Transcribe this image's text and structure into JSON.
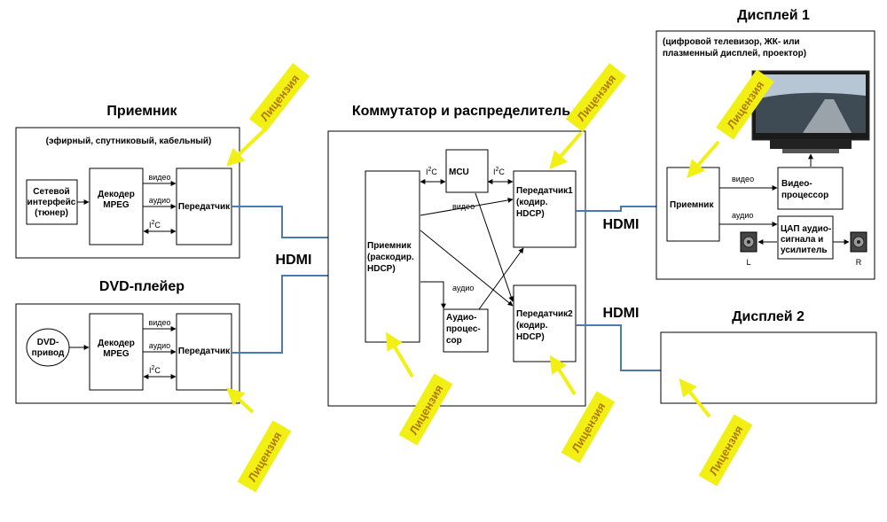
{
  "titles": {
    "receiver": "Приемник",
    "receiver_sub": "(эфирный, спутниковый, кабельный)",
    "dvd": "DVD-плейер",
    "switch": "Коммутатор и распределитель",
    "display1": "Дисплей 1",
    "display1_sub1": "(цифровой телевизор, ЖК- или",
    "display1_sub2": "плазменный дисплей, проектор)",
    "display2": "Дисплей 2"
  },
  "blocks": {
    "net_iface": [
      "Сетевой",
      "интерфейс",
      "(тюнер)"
    ],
    "decoder1": [
      "Декодер",
      "MPEG"
    ],
    "tx1": "Передатчик",
    "dvd_drive": [
      "DVD-",
      "привод"
    ],
    "decoder2": [
      "Декодер",
      "MPEG"
    ],
    "tx2": "Передатчик",
    "sw_rx": [
      "Приемник",
      "(раскодир.",
      "HDCP)"
    ],
    "mcu": "MCU",
    "audio_proc": [
      "Аудио-",
      "процес-",
      "сор"
    ],
    "sw_tx1": [
      "Передатчик1",
      "(кодир.",
      "HDCP)"
    ],
    "sw_tx2": [
      "Передатчик2",
      "(кодир.",
      "HDCP)"
    ],
    "d1_rx": "Приемник",
    "video_proc": [
      "Видео-",
      "процессор"
    ],
    "dac": [
      "ЦАП аудио-",
      "сигнала и",
      "усилитель"
    ]
  },
  "signals": {
    "video": "видео",
    "audio": "аудио",
    "i2c_i": "I",
    "i2c_2": "2",
    "i2c_c": "C",
    "hdmi": "HDMI",
    "left": "L",
    "right": "R"
  },
  "license": "Лицензия",
  "colors": {
    "license_bg": "#f2ef14",
    "license_arrow": "#f2ef14",
    "cable": "#4a7ab5",
    "stroke": "#000000"
  }
}
